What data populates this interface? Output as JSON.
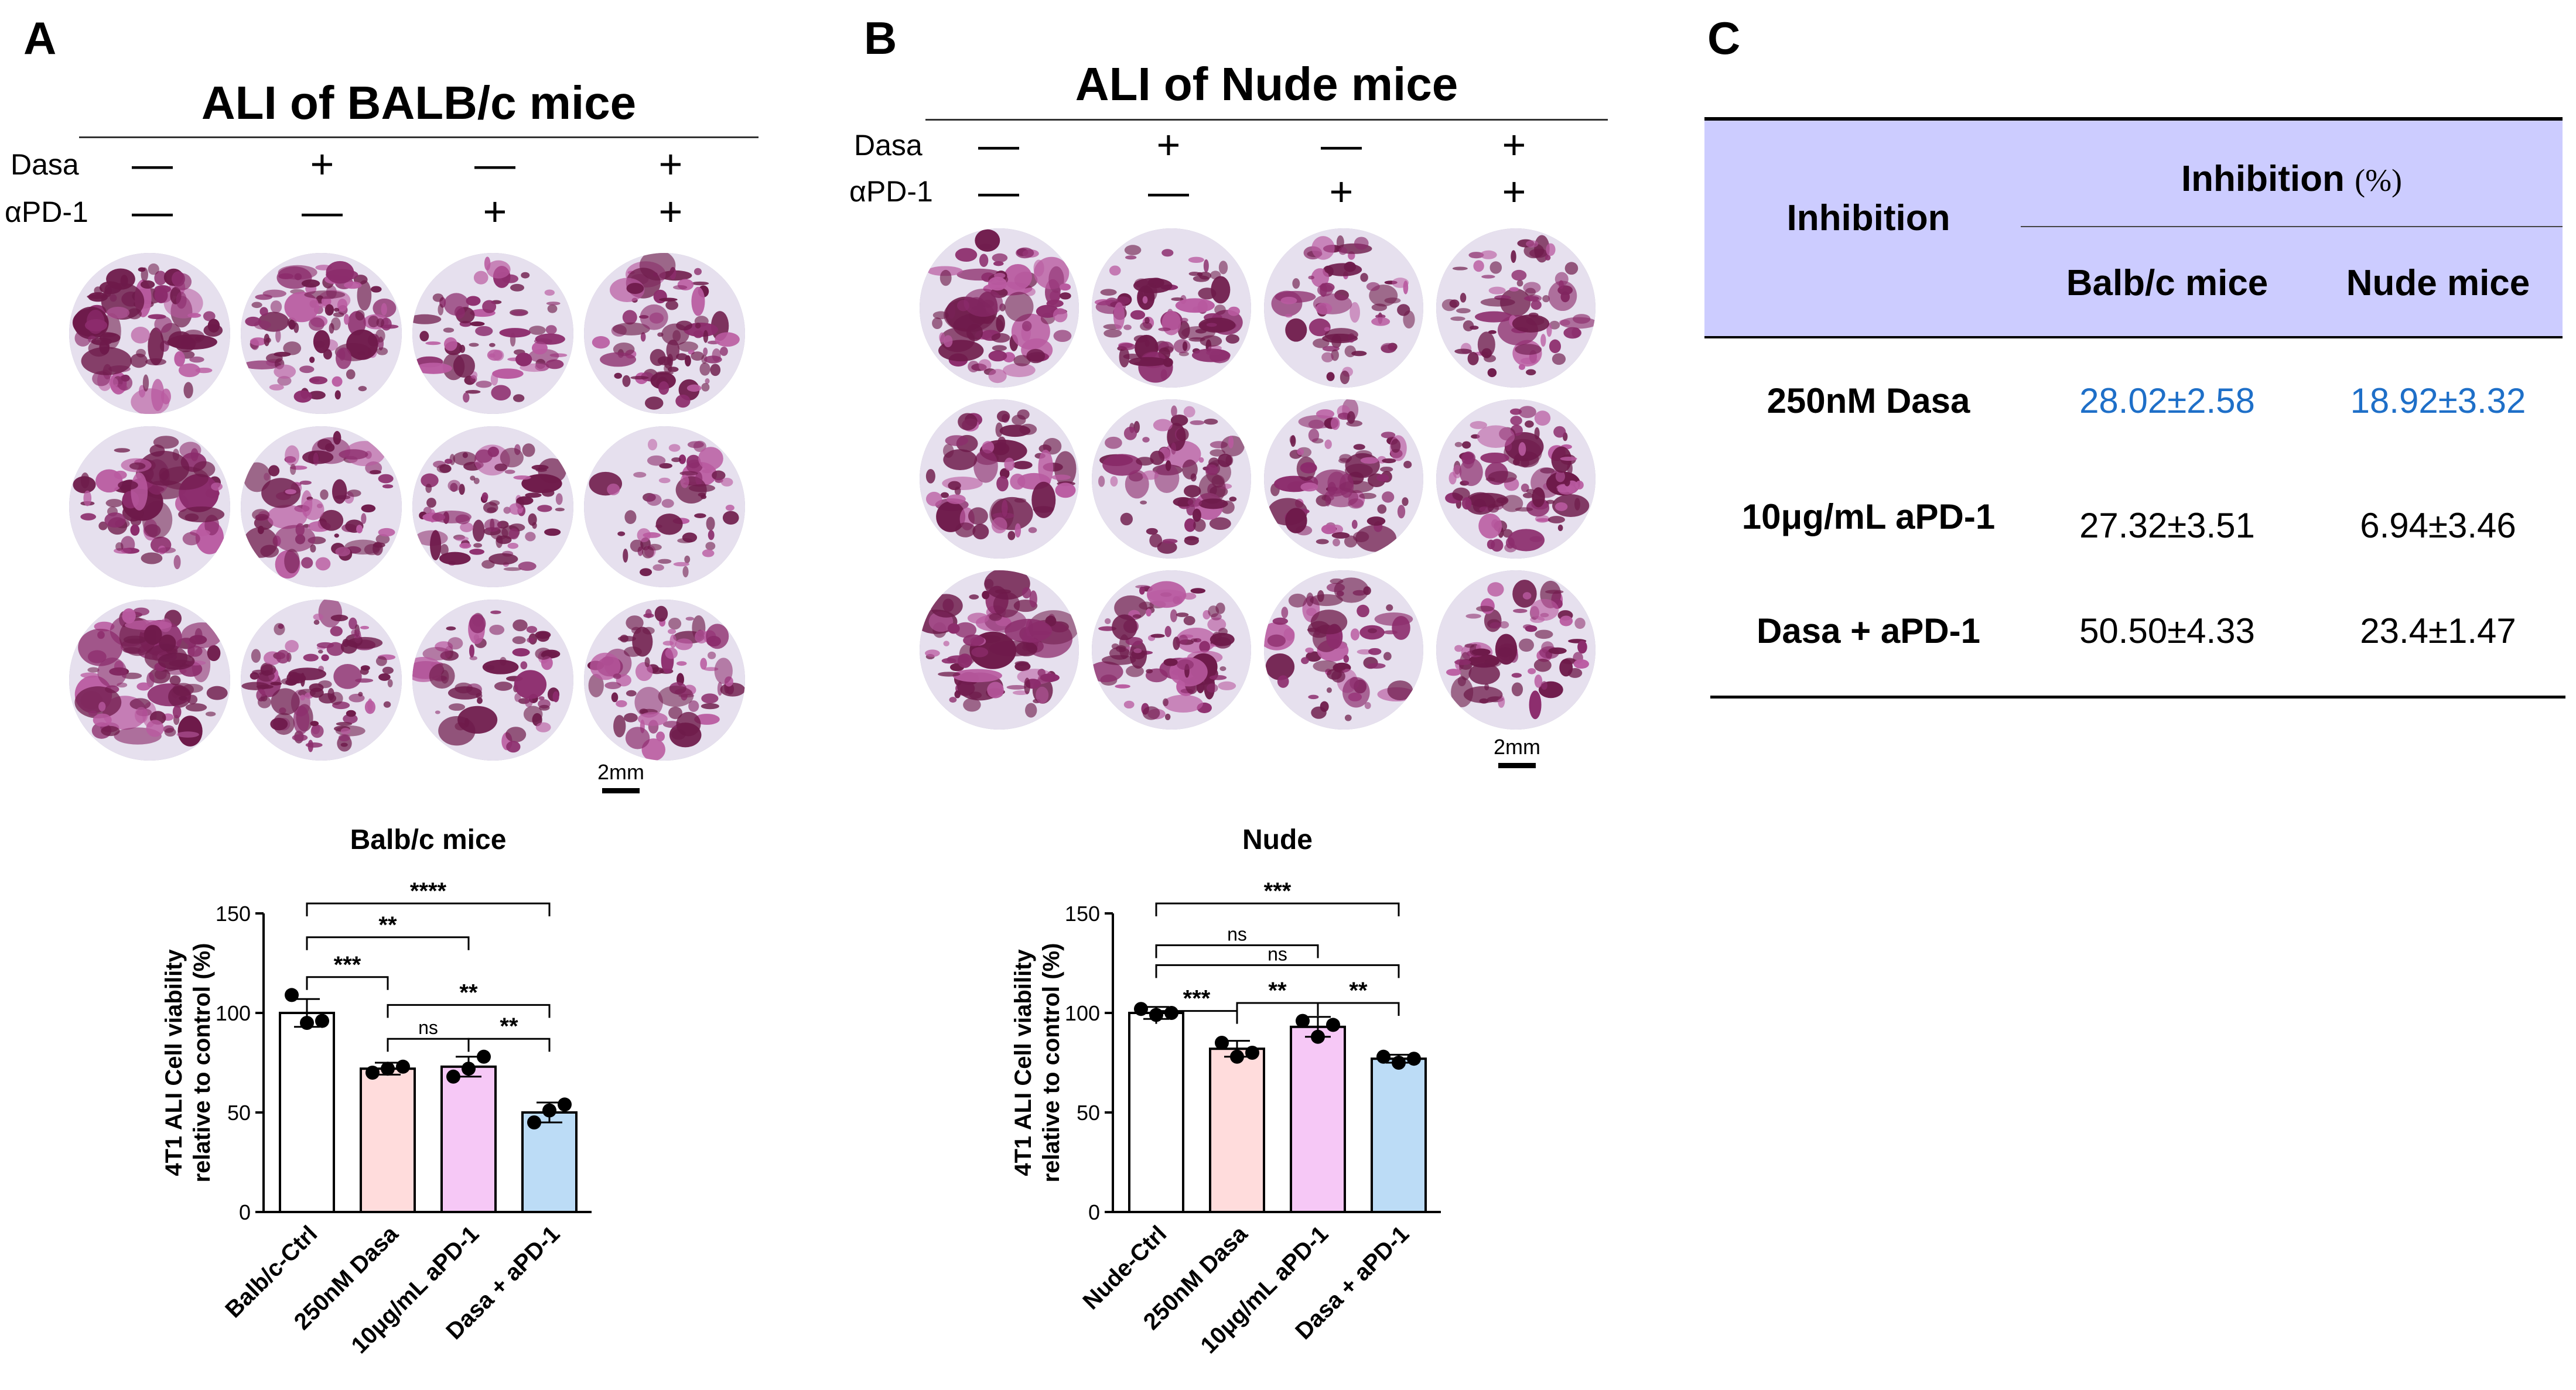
{
  "panels": {
    "a": {
      "letter": "A",
      "title": "ALI of BALB/c mice",
      "rows": [
        {
          "label": "Dasa",
          "marks": [
            "—",
            "+",
            "—",
            "+"
          ]
        },
        {
          "label": "αPD-1",
          "marks": [
            "—",
            "—",
            "+",
            "+"
          ]
        }
      ],
      "scale_label": "2mm"
    },
    "b": {
      "letter": "B",
      "title": "ALI of Nude mice",
      "rows": [
        {
          "label": "Dasa",
          "marks": [
            "—",
            "+",
            "—",
            "+"
          ]
        },
        {
          "label": "αPD-1",
          "marks": [
            "—",
            "—",
            "+",
            "+"
          ]
        }
      ],
      "scale_label": "2mm"
    },
    "c": {
      "letter": "C",
      "table": {
        "row_header": "Inhibition",
        "group_header": "Inhibition",
        "group_unit": "(%)",
        "columns": [
          "Balb/c mice",
          "Nude mice"
        ],
        "rows": [
          {
            "label": "250nM Dasa",
            "values": [
              "28.02±2.58",
              "18.92±3.32"
            ],
            "highlight": true
          },
          {
            "label": "10μg/mL aPD-1",
            "values": [
              "27.32±3.51",
              "6.94±3.46"
            ],
            "highlight": false
          },
          {
            "label": "Dasa + aPD-1",
            "values": [
              "50.50±4.33",
              "23.4±1.47"
            ],
            "highlight": false
          }
        ],
        "header_color": "#ccccff",
        "highlight_color": "#1e6fc8"
      }
    }
  },
  "chart_data": [
    {
      "type": "bar",
      "title": "Balb/c mice",
      "ylabel": "4T1 ALI Cell viability relative to control (%)",
      "ylim": [
        0,
        150
      ],
      "yticks": [
        0,
        50,
        100,
        150
      ],
      "categories": [
        "Balb/c-Ctrl",
        "250nM Dasa",
        "10μg/mL aPD-1",
        "Dasa + aPD-1"
      ],
      "values": [
        100,
        72,
        73,
        50
      ],
      "errors": [
        7,
        3,
        5,
        5
      ],
      "points": [
        [
          109,
          95,
          96
        ],
        [
          70,
          72,
          73
        ],
        [
          68,
          72,
          78
        ],
        [
          45,
          51,
          54
        ]
      ],
      "colors": [
        "#ffffff",
        "#ffdcdc",
        "#f6c8f6",
        "#bcdcf6"
      ],
      "comparisons": [
        {
          "from": 0,
          "to": 3,
          "label": "****",
          "y": 155
        },
        {
          "from": 0,
          "to": 2,
          "label": "**",
          "y": 138
        },
        {
          "from": 0,
          "to": 1,
          "label": "***",
          "y": 118
        },
        {
          "from": 1,
          "to": 3,
          "label": "**",
          "y": 104
        },
        {
          "from": 1,
          "to": 2,
          "label": "ns",
          "y": 87
        },
        {
          "from": 2,
          "to": 3,
          "label": "**",
          "y": 87
        }
      ]
    },
    {
      "type": "bar",
      "title": "Nude",
      "ylabel": "4T1 ALI Cell viability relative to control (%)",
      "ylim": [
        0,
        150
      ],
      "yticks": [
        0,
        50,
        100,
        150
      ],
      "categories": [
        "Nude-Ctrl",
        "250nM Dasa",
        "10μg/mL aPD-1",
        "Dasa + aPD-1"
      ],
      "values": [
        100,
        82,
        93,
        77
      ],
      "errors": [
        3,
        4,
        5,
        2
      ],
      "points": [
        [
          102,
          99,
          100
        ],
        [
          85,
          78,
          80
        ],
        [
          96,
          88,
          94
        ],
        [
          78,
          75,
          77
        ]
      ],
      "colors": [
        "#ffffff",
        "#ffdcdc",
        "#f6c8f6",
        "#bcdcf6"
      ],
      "comparisons": [
        {
          "from": 0,
          "to": 3,
          "label": "***",
          "y": 155
        },
        {
          "from": 0,
          "to": 2,
          "label": "ns",
          "y": 134
        },
        {
          "from": 0,
          "to": 3,
          "label": "ns",
          "y": 124
        },
        {
          "from": 0,
          "to": 1,
          "label": "***",
          "y": 101
        },
        {
          "from": 1,
          "to": 2,
          "label": "**",
          "y": 105
        },
        {
          "from": 2,
          "to": 3,
          "label": "**",
          "y": 105
        }
      ]
    }
  ]
}
